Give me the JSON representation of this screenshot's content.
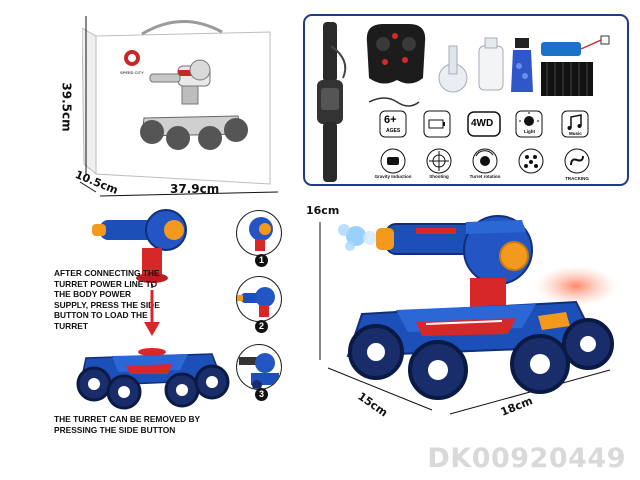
{
  "box": {
    "height_label": "39.5cm",
    "depth_label": "10.5cm",
    "width_label": "37.9cm",
    "brand_text": "SPEED CITY"
  },
  "contents": {
    "feature_badges": [
      {
        "icon": "6-plus-ages-icon",
        "text": "6+",
        "sub": "AGES"
      },
      {
        "icon": "battery-icon",
        "text": "",
        "sub": ""
      },
      {
        "icon": "4wd-icon",
        "text": "4WD",
        "sub": ""
      },
      {
        "icon": "light-icon",
        "text": "",
        "sub": "Light"
      },
      {
        "icon": "music-icon",
        "text": "",
        "sub": "Music"
      },
      {
        "icon": "gravity-induction-icon",
        "text": "",
        "sub": "Gravity Induction"
      },
      {
        "icon": "shooting-icon",
        "text": "",
        "sub": "Shooting"
      },
      {
        "icon": "turret-rotation-icon",
        "text": "",
        "sub": "Turret rotation"
      },
      {
        "icon": "spray-icon",
        "text": "",
        "sub": ""
      },
      {
        "icon": "tracking-icon",
        "text": "",
        "sub": "TRACKING"
      }
    ]
  },
  "instructions": {
    "connect_text": "AFTER CONNECTING THE TURRET POWER LINE TO THE BODY POWER SUPPLY, PRESS THE SIDE BUTTON TO LOAD THE TURRET",
    "remove_text": "THE TURRET CAN BE REMOVED BY PRESSING THE SIDE BUTTON",
    "steps": [
      "1",
      "2",
      "3"
    ]
  },
  "tank": {
    "height_label": "16cm",
    "depth_label": "15cm",
    "length_label": "18cm"
  },
  "product_code": "DK00920449",
  "colors": {
    "panel_border": "#1e3a8a",
    "tank_blue": "#1d4fb8",
    "tank_red": "#d62828",
    "accent_orange": "#f39a1e"
  }
}
